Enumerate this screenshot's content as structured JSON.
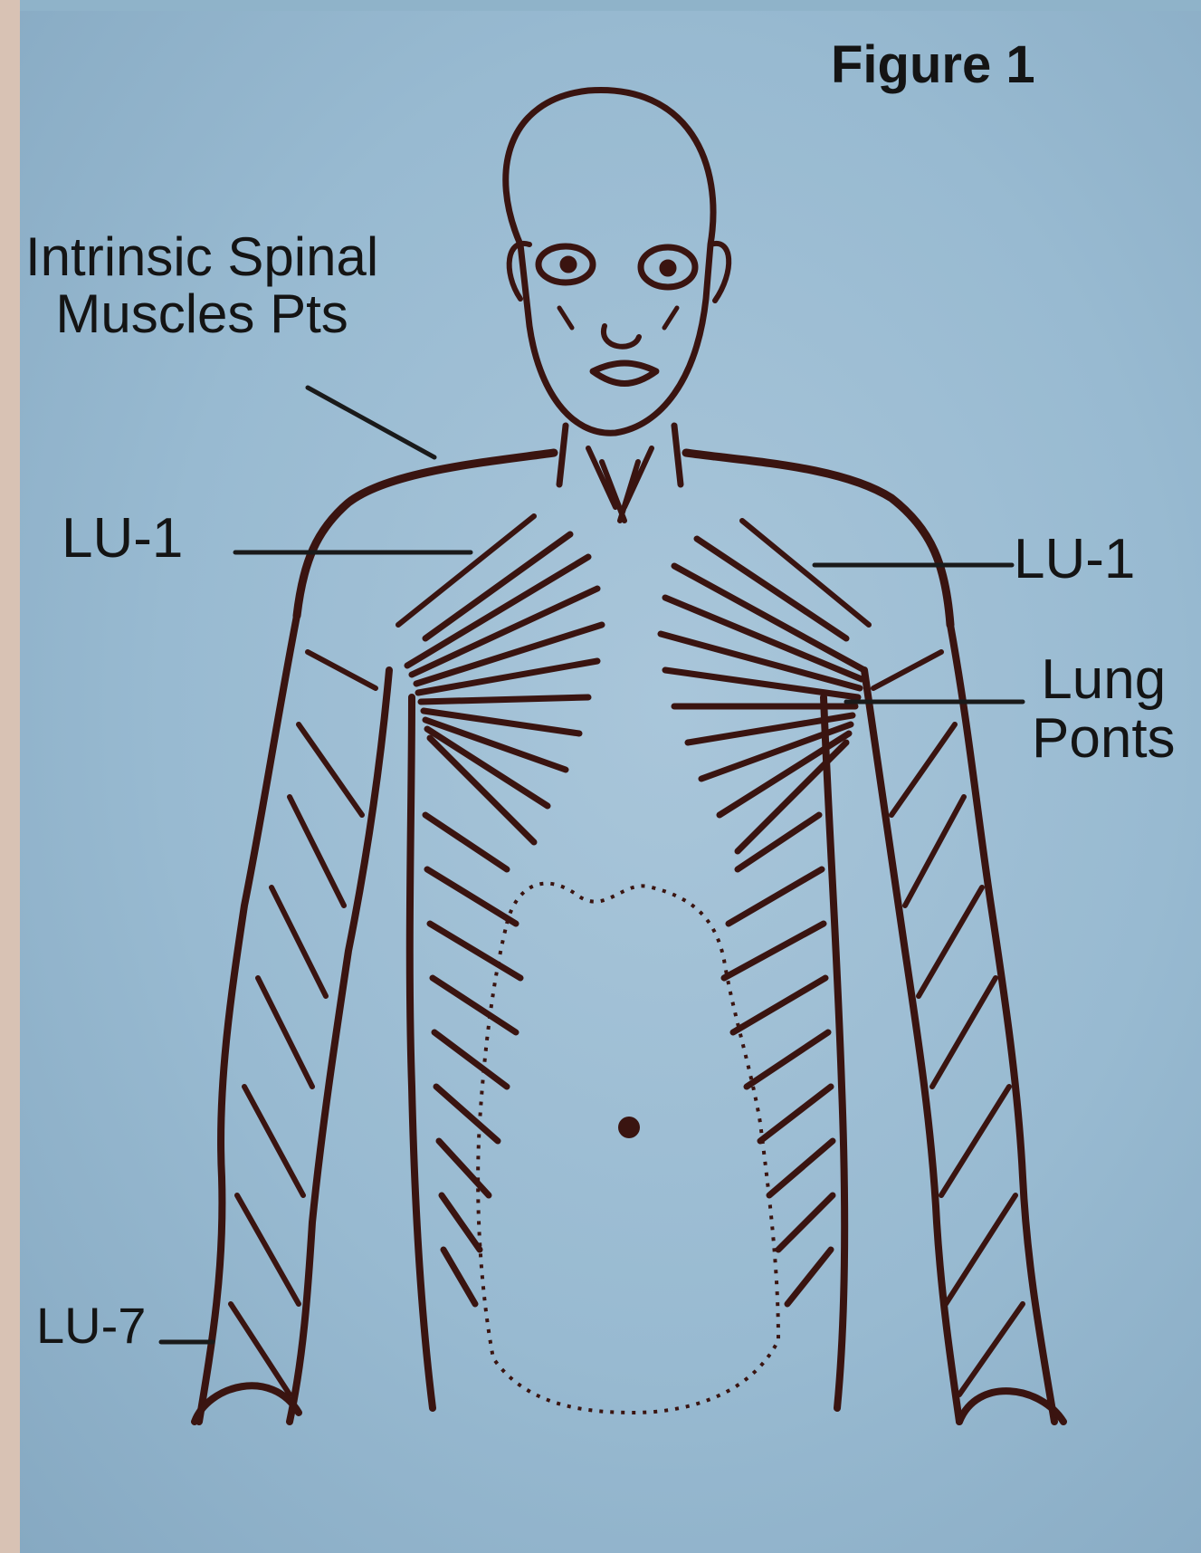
{
  "figure_title": "Figure 1",
  "labels": {
    "intrinsic_spinal_line1": "Intrinsic Spinal",
    "intrinsic_spinal_line2": "Muscles Pts",
    "lu1_left": "LU-1",
    "lu1_right": "LU-1",
    "lung_line1": "Lung",
    "lung_line2": "Ponts",
    "lu7": "LU-7"
  },
  "colors": {
    "background": "#98bad1",
    "ink": "#3a1410",
    "text": "#141414"
  }
}
